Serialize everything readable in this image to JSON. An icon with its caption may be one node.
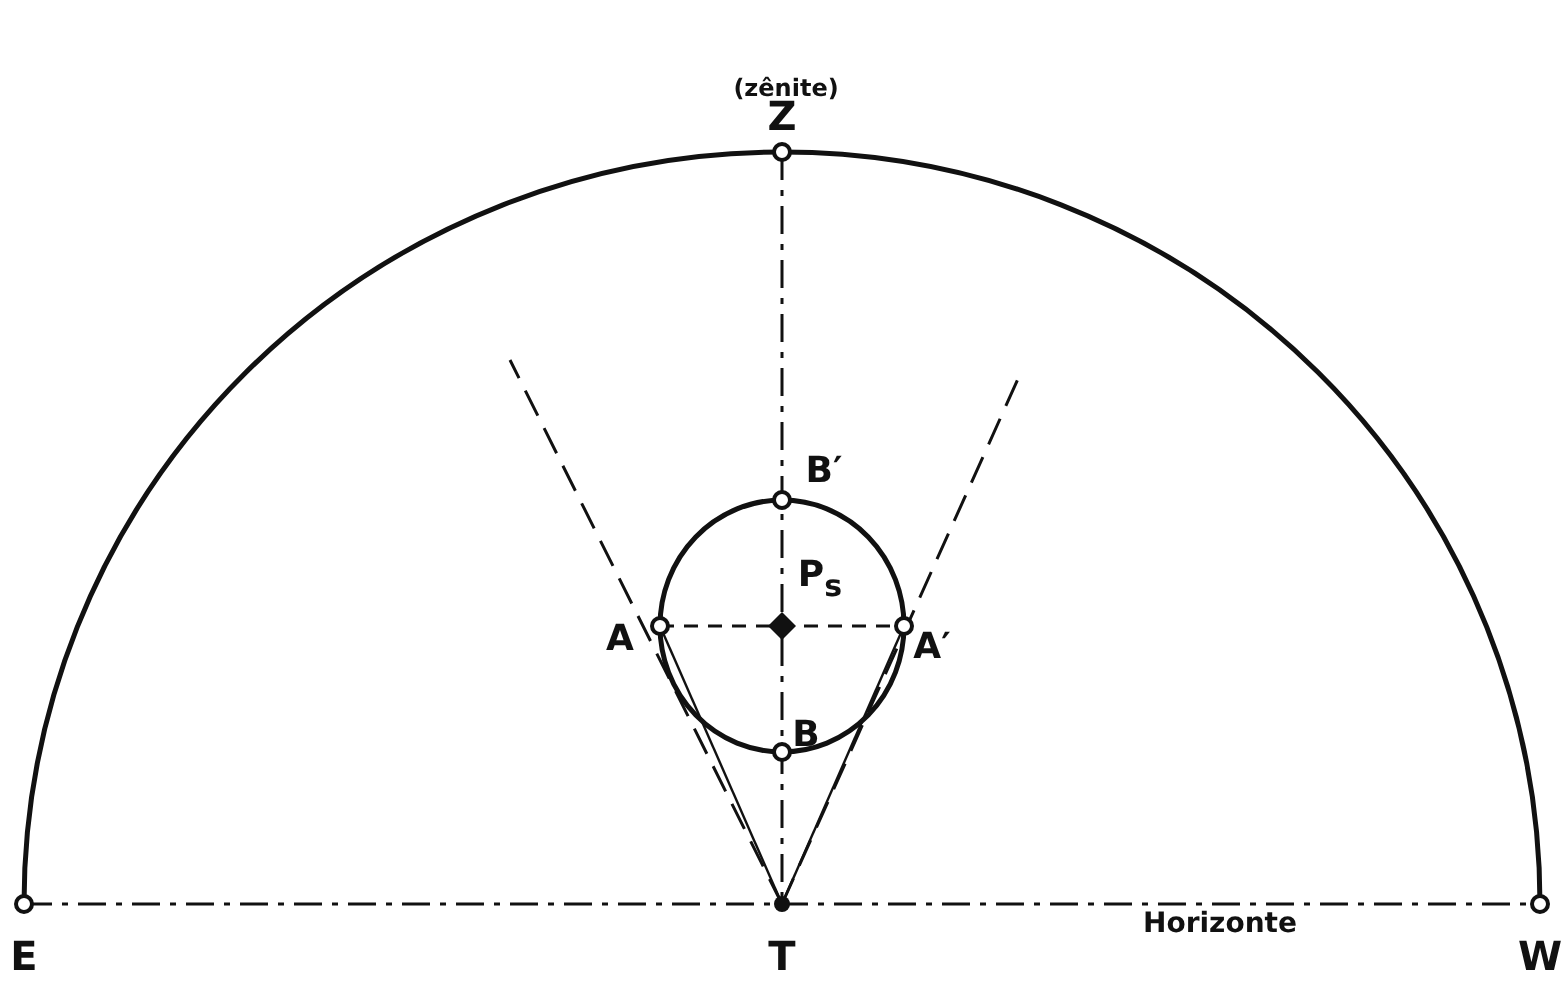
{
  "diagram": {
    "labels": [
      "(zênite)",
      "Z",
      "B′",
      "P$_{s}$",
      "A",
      "A′",
      "B",
      "Horizonte",
      "E",
      "T",
      "W"
    ]
  }
}
